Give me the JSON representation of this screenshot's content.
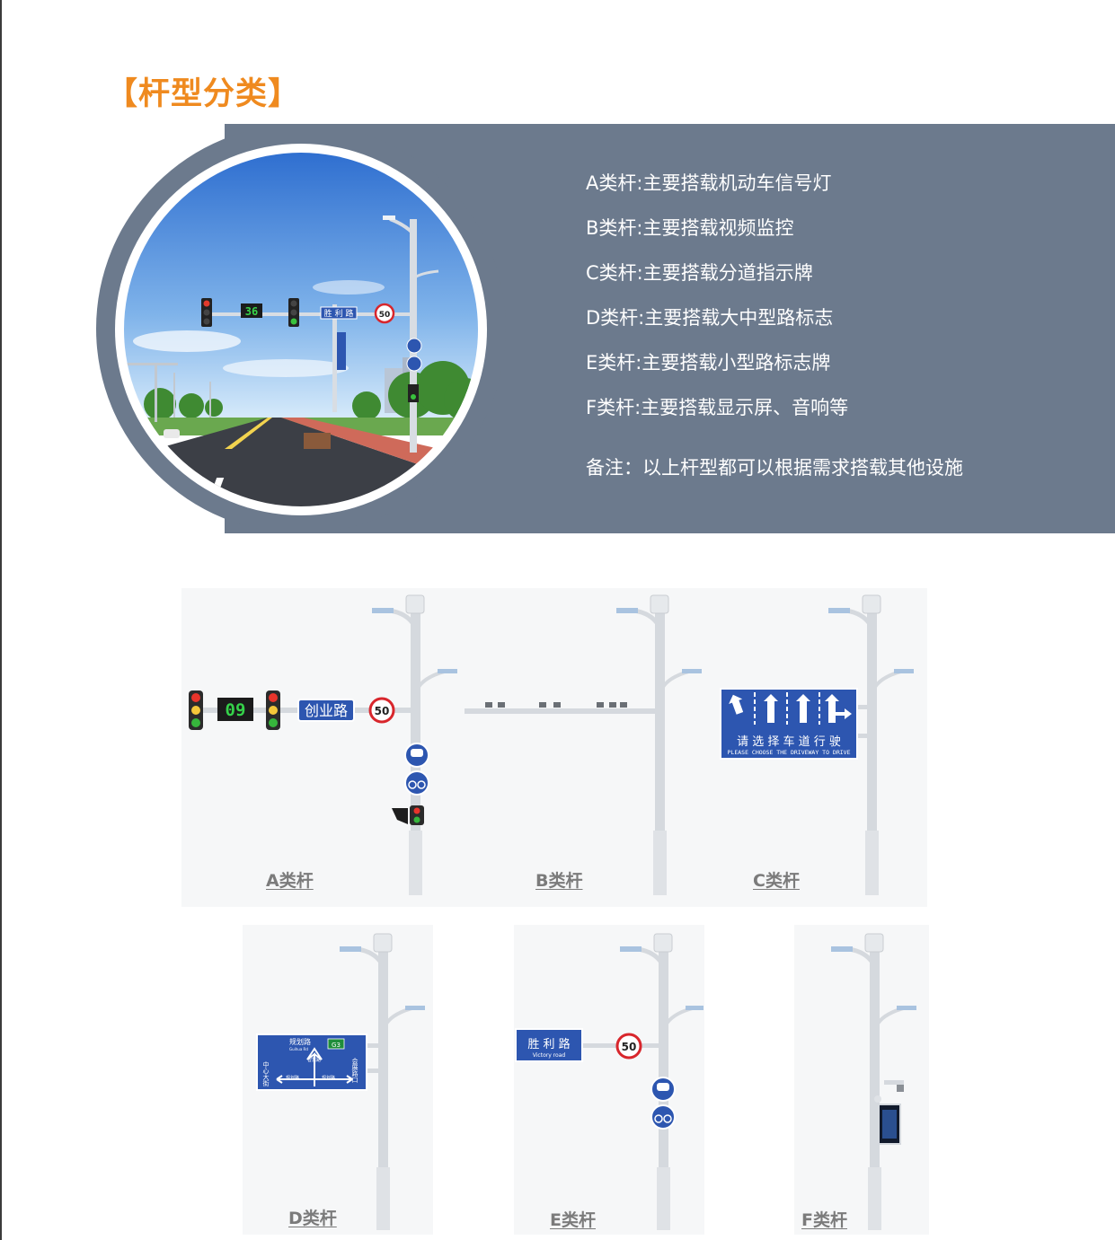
{
  "section_title": "【杆型分类】",
  "descriptions": [
    "A类杆:主要搭载机动车信号灯",
    "B类杆:主要搭载视频监控",
    "C类杆:主要搭载分道指示牌",
    "D类杆:主要搭载大中型路标志",
    "E类杆:主要搭载小型路标志牌",
    "F类杆:主要搭载显示屏、音响等"
  ],
  "note": "备注：以上杆型都可以根据需求搭载其他设施",
  "photo": {
    "countdown": "36",
    "street_sign": "胜 利 路",
    "speed_limit": "50"
  },
  "poles": {
    "a": {
      "label": "A类杆",
      "countdown": "09",
      "street_sign": "创业路",
      "speed_limit": "50"
    },
    "b": {
      "label": "B类杆"
    },
    "c": {
      "label": "C类杆",
      "sign_text": "请 选 择 车 道 行 驶",
      "sign_subtext": "PLEASE CHOOSE THE DRIVEWAY TO DRIVE"
    },
    "d": {
      "label": "D类杆",
      "top_road": "规划路",
      "top_road_en": "Guihua Rd",
      "route_code": "G3",
      "left_road": "中心大街",
      "right_road": "会展路口",
      "mid_road": "智慧路",
      "bottom_left": "规划路",
      "bottom_right": "规划路"
    },
    "e": {
      "label": "E类杆",
      "street_sign": "胜 利 路",
      "street_sign_en": "Victory road",
      "speed_limit": "50"
    },
    "f": {
      "label": "F类杆"
    }
  },
  "colors": {
    "title_orange": "#ef8a1f",
    "banner_gray": "#6c7a8d",
    "sign_blue": "#2d56b0",
    "label_gray": "#7b7b7b"
  }
}
